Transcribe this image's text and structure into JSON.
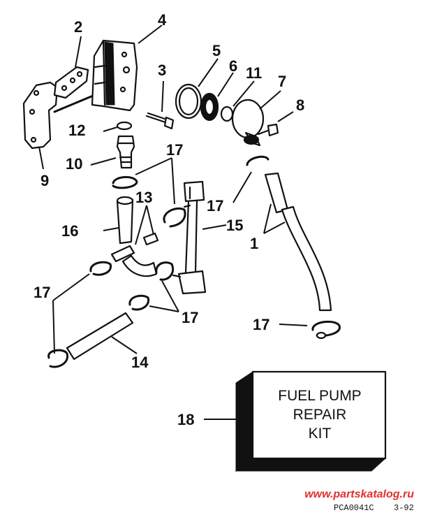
{
  "callouts": {
    "c1": "1",
    "c2": "2",
    "c4": "4",
    "c3": "3",
    "c5": "5",
    "c6": "6",
    "c11": "11",
    "c7": "7",
    "c8": "8",
    "c9": "9",
    "c10": "10",
    "c12": "12",
    "c13": "13",
    "c14": "14",
    "c15": "15",
    "c16": "16",
    "c17a": "17",
    "c17b": "17",
    "c17c": "17",
    "c17d": "17",
    "c17e": "17",
    "c18": "18"
  },
  "kit_box": {
    "line1": "FUEL PUMP",
    "line2": "REPAIR",
    "line3": "KIT"
  },
  "watermark": "www.partskatalog.ru",
  "drawing_code": "PCA0041C",
  "drawing_date": "3-92"
}
